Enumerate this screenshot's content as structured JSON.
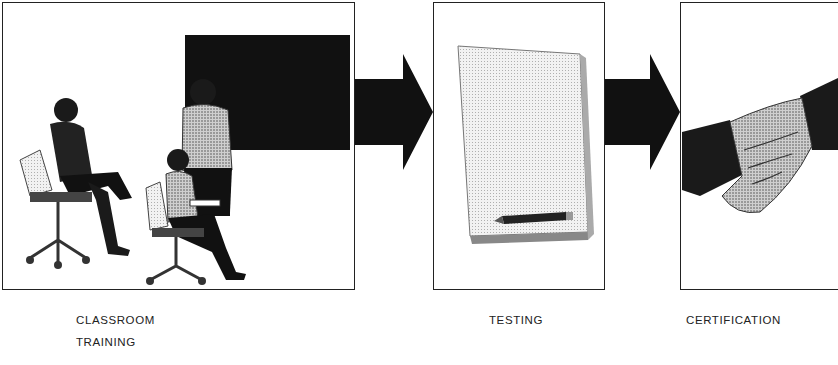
{
  "diagram": {
    "nodes": [
      {
        "text": [
          "CLASSROOM TRAINING"
        ]
      },
      {
        "text": [
          "TESTING"
        ]
      },
      {
        "text": [
          "CERTIFICATION"
        ]
      }
    ],
    "edges": [
      {
        "from": 0,
        "to": 1,
        "arrow": "to"
      },
      {
        "from": 1,
        "to": 2,
        "arrow": "to"
      }
    ]
  }
}
